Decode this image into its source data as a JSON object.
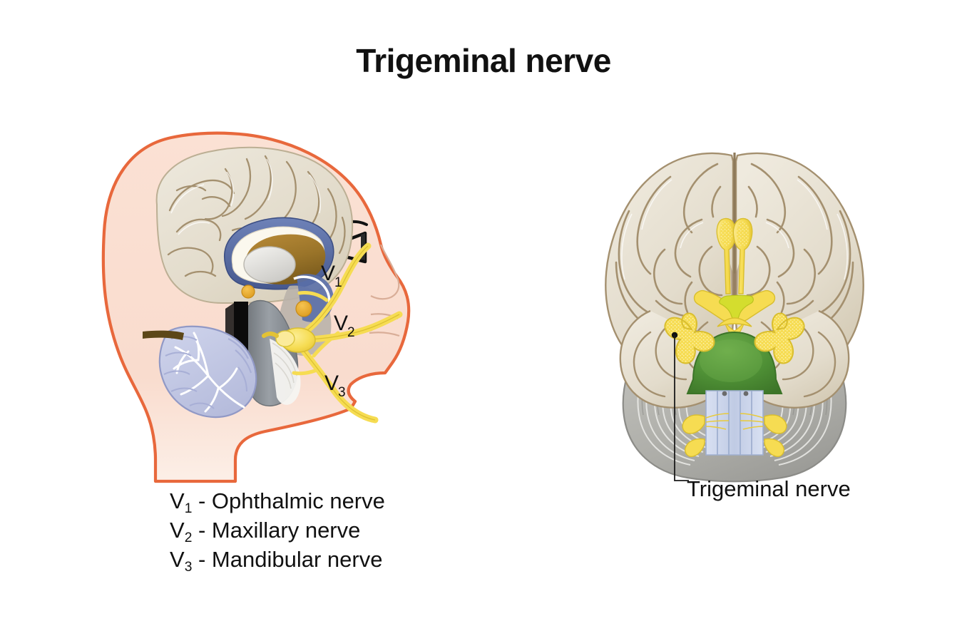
{
  "title": "Trigeminal nerve",
  "legend": {
    "items": [
      {
        "symbol": "V",
        "sub": "1",
        "text": " - Ophthalmic nerve"
      },
      {
        "symbol": "V",
        "sub": "2",
        "text": " - Maxillary nerve"
      },
      {
        "symbol": "V",
        "sub": "3",
        "text": " - Mandibular nerve"
      }
    ]
  },
  "lateral_view": {
    "branch_labels": [
      {
        "symbol": "V",
        "sub": "1"
      },
      {
        "symbol": "V",
        "sub": "2"
      },
      {
        "symbol": "V",
        "sub": "3"
      }
    ]
  },
  "inferior_view": {
    "callout": "Trigeminal nerve"
  },
  "colors": {
    "skin": "#F9DCCE",
    "skin_outline": "#E8683C",
    "brain_cortex": "#E3DCCC",
    "brain_sulci": "#A4906F",
    "cerebellum_lateral": "#C5CBE6",
    "cerebellum_inferior": "#ADADA8",
    "corpus_callosum": "#5A6FA8",
    "thalamus": "#A07A31",
    "brainstem": "#8D9196",
    "nerve_yellow": "#F6DC52",
    "pons_green": "#4E8F35",
    "medulla_blue": "#C8D2E8",
    "optic_chiasm": "#D4DD2E",
    "text": "#111111",
    "leader_line": "#1A1A1A",
    "background": "#FFFFFF"
  }
}
